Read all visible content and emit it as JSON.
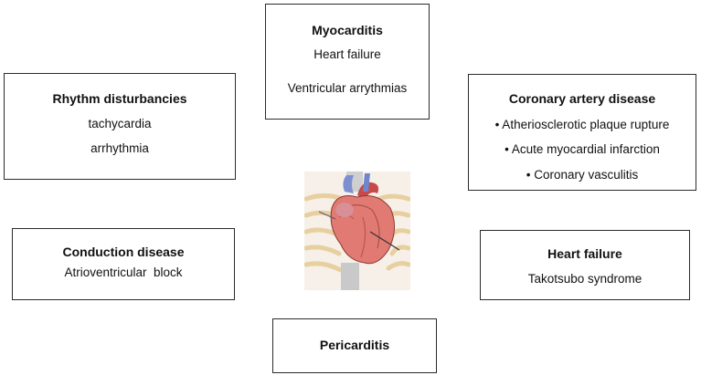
{
  "boxes": {
    "myocarditis": {
      "title": "Myocarditis",
      "items": [
        "Heart failure",
        "Ventricular arrythmias"
      ]
    },
    "rhythm": {
      "title": "Rhythm disturbancies",
      "items": [
        "tachycardia",
        "arrhythmia"
      ]
    },
    "coronary": {
      "title": "Coronary artery disease",
      "items": [
        "• Atheriosclerotic plaque rupture",
        "• Acute myocardial infarction",
        "• Coronary vasculitis"
      ]
    },
    "conduction": {
      "title": "Conduction disease",
      "items": [
        "Atrioventricular  block"
      ]
    },
    "heart_failure": {
      "title": "Heart failure",
      "items": [
        "Takotsubo syndrome"
      ]
    },
    "pericarditis": {
      "title": "Pericarditis"
    }
  },
  "illustration": {
    "icon": "heart-anatomy-icon"
  }
}
